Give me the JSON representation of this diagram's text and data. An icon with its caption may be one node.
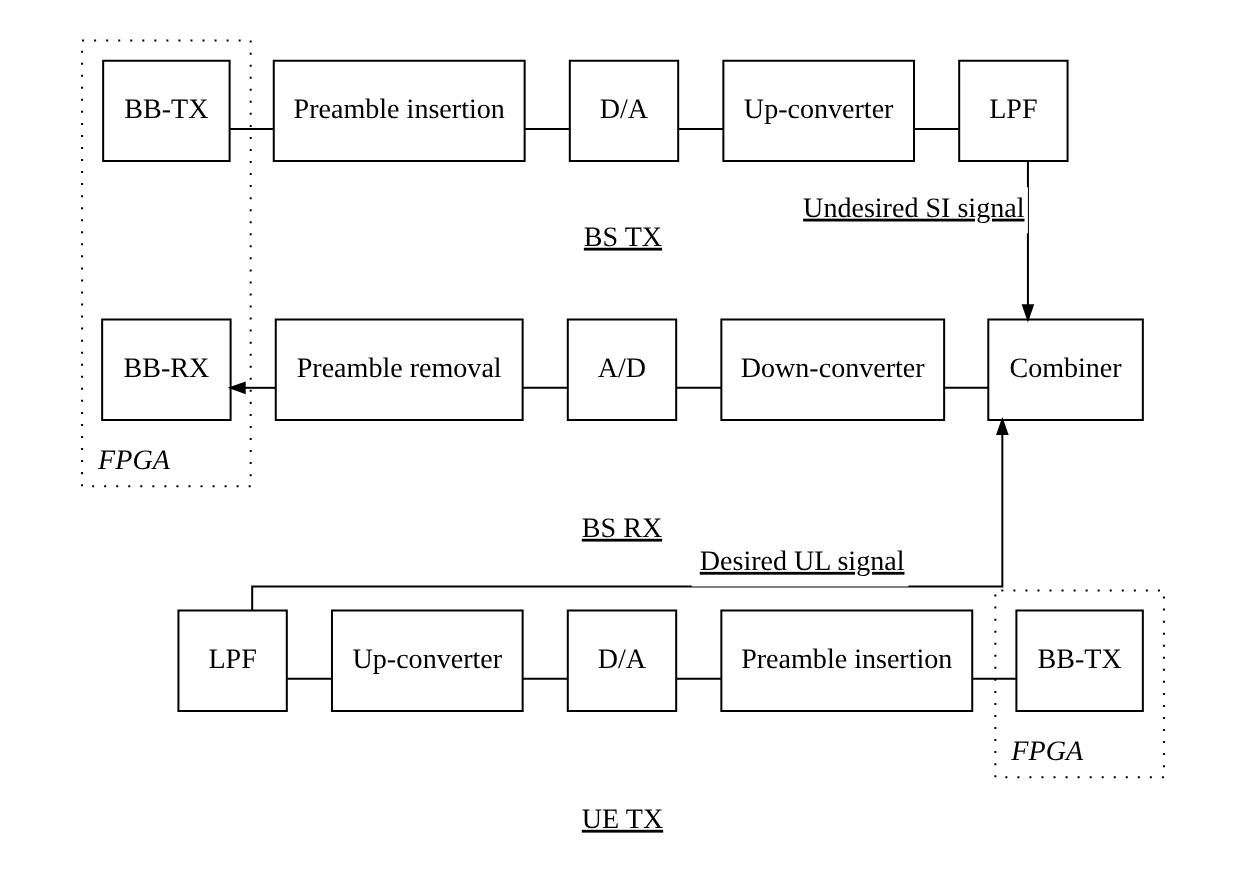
{
  "diagram": {
    "nodes": [
      {
        "text": [
          "FPGA"
        ]
      },
      {
        "text": [
          "BB-TX"
        ],
        "in": 0
      },
      {
        "text": [
          "Preamble insertion"
        ]
      },
      {
        "text": [
          "D/A"
        ]
      },
      {
        "text": [
          "Up-converter"
        ]
      },
      {
        "text": [
          "LPF"
        ]
      },
      {
        "text": [
          "BB-RX"
        ],
        "in": 0
      },
      {
        "text": [
          "Preamble removal"
        ]
      },
      {
        "text": [
          "A/D"
        ]
      },
      {
        "text": [
          "Down-converter"
        ]
      },
      {
        "text": [
          "Combiner"
        ]
      },
      {
        "text": [
          "LPF"
        ]
      },
      {
        "text": [
          "Up-converter"
        ]
      },
      {
        "text": [
          "D/A"
        ]
      },
      {
        "text": [
          "Preamble insertion"
        ]
      },
      {
        "text": [
          "FPGA"
        ]
      },
      {
        "text": [
          "BB-TX"
        ],
        "in": 15
      }
    ],
    "edges": [
      {
        "from": 1,
        "to": 2,
        "arrow": "none"
      },
      {
        "from": 2,
        "to": 3,
        "arrow": "none"
      },
      {
        "from": 3,
        "to": 4,
        "arrow": "none"
      },
      {
        "from": 4,
        "to": 5,
        "arrow": "none"
      },
      {
        "from": 5,
        "to": 10,
        "arrow": "to",
        "label": "Undesired SI signal"
      },
      {
        "from": 10,
        "to": 9,
        "arrow": "none"
      },
      {
        "from": 9,
        "to": 8,
        "arrow": "none"
      },
      {
        "from": 8,
        "to": 7,
        "arrow": "none"
      },
      {
        "from": 7,
        "to": 6,
        "arrow": "to"
      },
      {
        "from": 16,
        "to": 14,
        "arrow": "none"
      },
      {
        "from": 14,
        "to": 13,
        "arrow": "none"
      },
      {
        "from": 13,
        "to": 12,
        "arrow": "none"
      },
      {
        "from": 12,
        "to": 11,
        "arrow": "none"
      },
      {
        "from": 11,
        "to": 10,
        "arrow": "to",
        "label": "Desired UL signal"
      }
    ],
    "labels": [
      "BS TX",
      "BS RX",
      "UE TX"
    ]
  }
}
